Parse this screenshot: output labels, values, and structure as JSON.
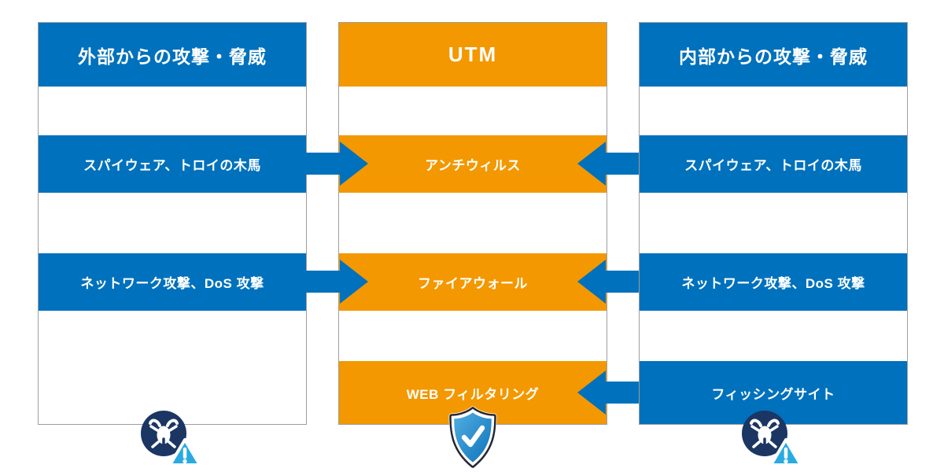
{
  "diagram_title": "UTM threat-protection diagram",
  "columns": [
    {
      "id": "external-threats",
      "header": "外部からの攻撃・脅威",
      "row1": "スパイウェア、トロイの木馬",
      "row2": "ネットワーク攻撃、DoS 攻撃",
      "row3": "",
      "icon": "bug-warning-icon"
    },
    {
      "id": "utm",
      "header": "UTM",
      "row1": "アンチウィルス",
      "row2": "ファイアウォール",
      "row3": "WEB フィルタリング",
      "icon": "shield-check-icon"
    },
    {
      "id": "internal-threats",
      "header": "内部からの攻撃・脅威",
      "row1": "スパイウェア、トロイの木馬",
      "row2": "ネットワーク攻撃、DoS 攻撃",
      "row3": "フィッシングサイト",
      "icon": "bug-warning-icon"
    }
  ],
  "arrows": [
    {
      "row": 1,
      "from": "external-threats",
      "to": "utm",
      "direction": "right"
    },
    {
      "row": 2,
      "from": "external-threats",
      "to": "utm",
      "direction": "right"
    },
    {
      "row": 1,
      "from": "internal-threats",
      "to": "utm",
      "direction": "left"
    },
    {
      "row": 2,
      "from": "internal-threats",
      "to": "utm",
      "direction": "left"
    },
    {
      "row": 3,
      "from": "internal-threats",
      "to": "utm",
      "direction": "left"
    }
  ],
  "colors": {
    "blue": "#0071bc",
    "orange": "#f39800",
    "border_gray": "#9e9e9e",
    "navy_circle": "#1c3663",
    "warning_light_blue": "#29abe2",
    "shield_dark": "#252833",
    "shield_gradient_top": "#52aee2",
    "shield_gradient_bottom": "#0e73b9",
    "text": "#ffffff"
  }
}
